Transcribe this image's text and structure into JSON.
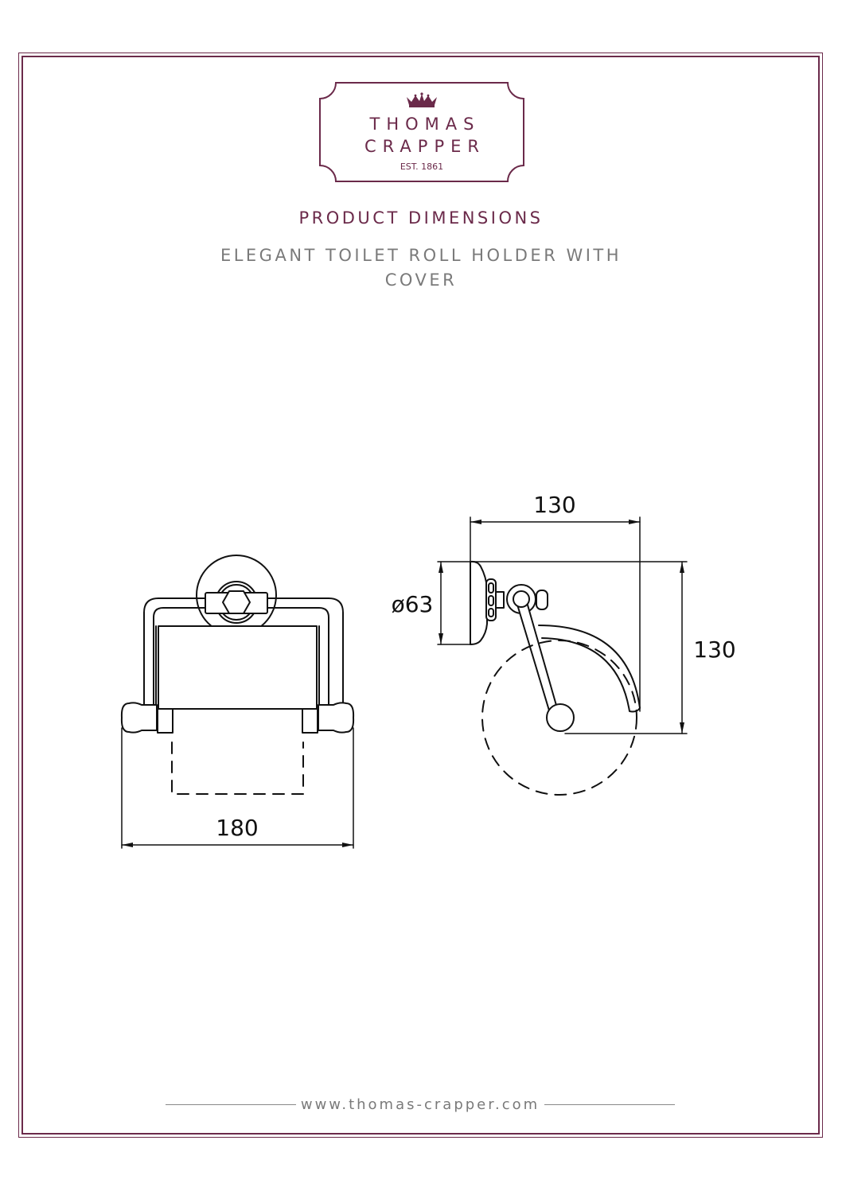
{
  "brand": {
    "name_line1": "THOMAS",
    "name_line2": "CRAPPER",
    "established": "EST. 1861",
    "crown_icon": "crown-icon",
    "color": "#6b2a4a"
  },
  "header": {
    "title": "PRODUCT DIMENSIONS",
    "product_name": "ELEGANT TOILET ROLL HOLDER WITH COVER"
  },
  "drawing": {
    "front_view": {
      "width_label": "180"
    },
    "side_view": {
      "depth_label": "130",
      "height_label": "130",
      "backplate_diameter_label": "ø63"
    },
    "units": "mm"
  },
  "footer": {
    "url": "www.thomas-crapper.com"
  },
  "colors": {
    "accent": "#6b2a4a",
    "subtitle_gray": "#7a7a7a",
    "line": "#111111"
  }
}
